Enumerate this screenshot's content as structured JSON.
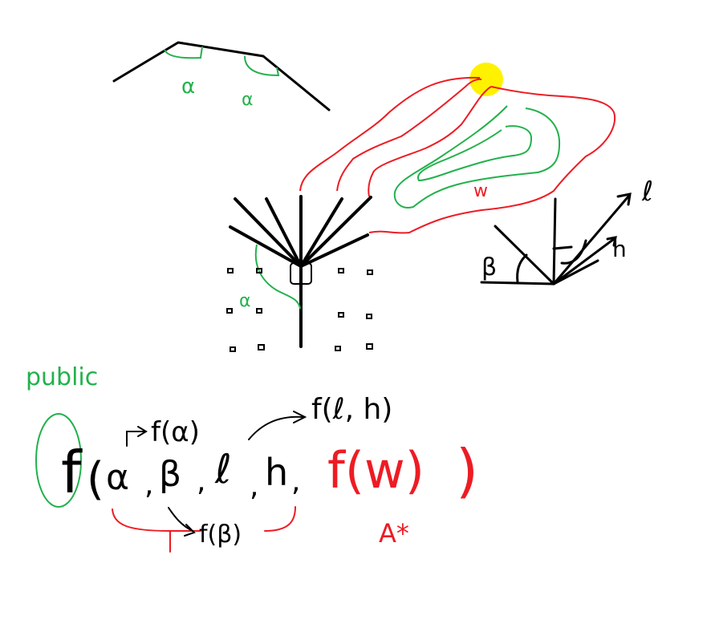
{
  "colors": {
    "ink": "#000000",
    "green": "#22b14c",
    "red": "#ed1c24",
    "sun": "#fff200",
    "background": "#ffffff"
  },
  "labels": {
    "roof_angle_left": "α",
    "roof_angle_right": "α",
    "fan_angle": "α",
    "heatmap_label": "w",
    "side_beta": "β",
    "side_l": "ℓ",
    "side_h": "h",
    "public": "public",
    "formula_f": "f",
    "formula_open": "(",
    "formula_alpha": "α",
    "formula_comma1": ",",
    "formula_beta": "β",
    "formula_comma2": ",",
    "formula_l": "ℓ",
    "formula_comma3": ",",
    "formula_h": "h",
    "formula_comma4": ",",
    "formula_fw": "f(w)",
    "formula_close": ")",
    "f_alpha": "f(α)",
    "f_lh": "f(ℓ, h)",
    "f_beta": "f(β)",
    "a_star": "A*"
  },
  "icons": {
    "sun": "sun-icon"
  }
}
